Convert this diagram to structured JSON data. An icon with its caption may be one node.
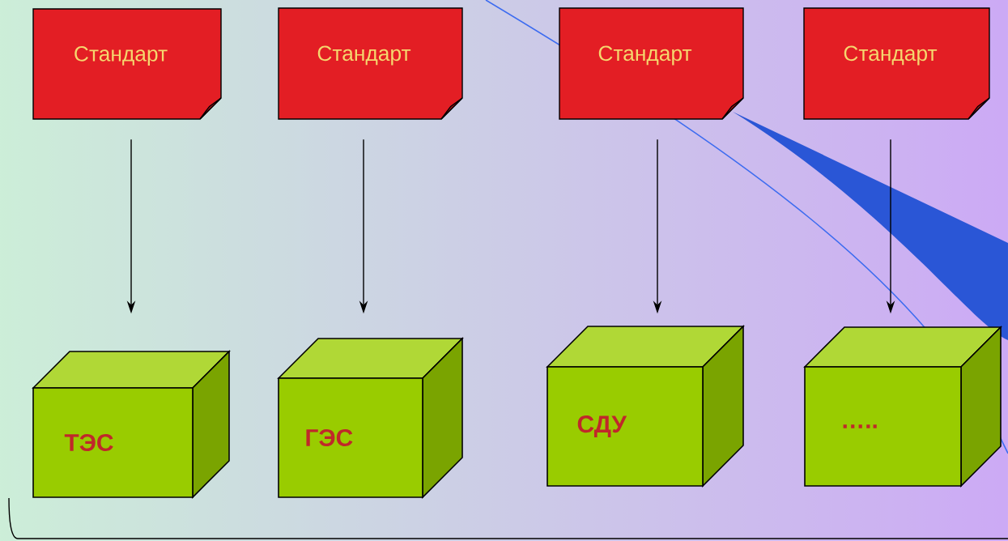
{
  "diagram": {
    "nodes": [
      {
        "text": [
          "Стандарт"
        ]
      },
      {
        "text": [
          "Стандарт"
        ]
      },
      {
        "text": [
          "Стандарт"
        ]
      },
      {
        "text": [
          "Стандарт"
        ]
      },
      {
        "text": [
          "ТЭС"
        ]
      },
      {
        "text": [
          "ГЭС"
        ]
      },
      {
        "text": [
          "СДУ"
        ]
      },
      {
        "text": [
          "….."
        ]
      }
    ],
    "edges": [
      {
        "from": 0,
        "to": 4,
        "arrow": "to"
      },
      {
        "from": 1,
        "to": 5,
        "arrow": "to"
      },
      {
        "from": 2,
        "to": 6,
        "arrow": "to"
      },
      {
        "from": 3,
        "to": 7,
        "arrow": "to"
      }
    ]
  }
}
